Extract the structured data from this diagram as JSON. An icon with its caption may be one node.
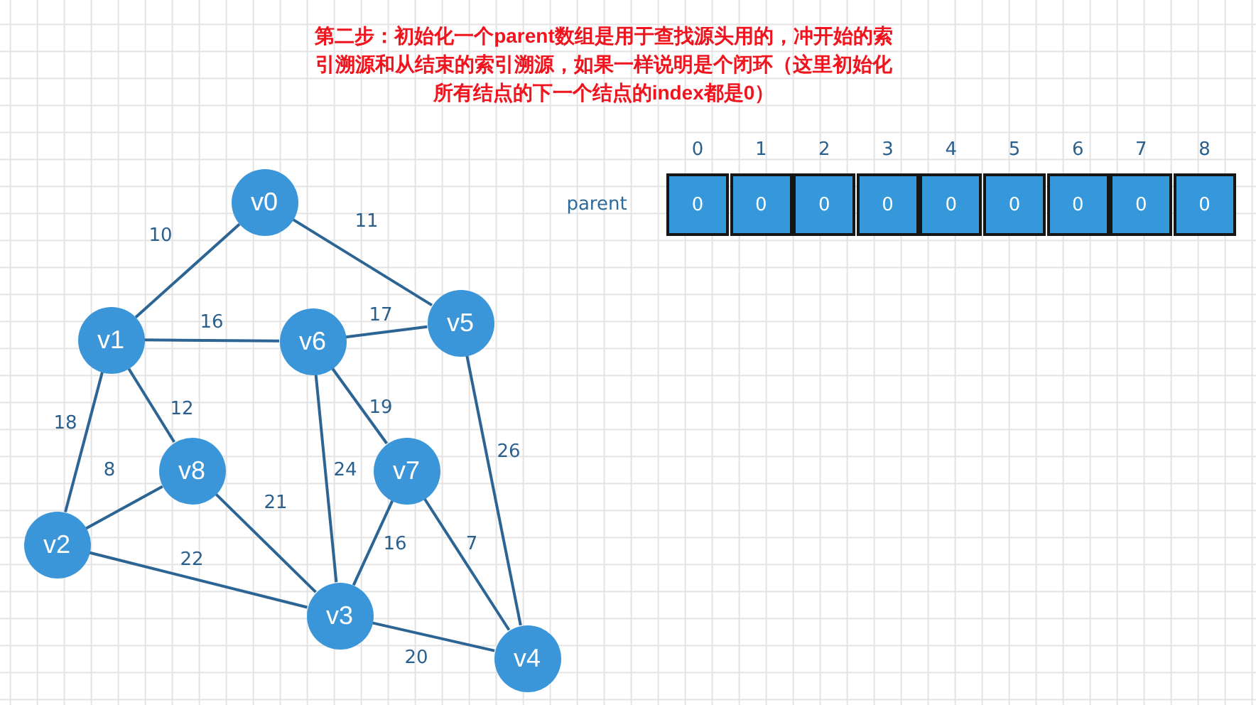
{
  "diagram": {
    "title": "第二步：初始化一个parent数组是用于查找源头用的，冲开始的索引溯源和从结束的索引溯源，如果一样说明是个闭环（这里初始化所有结点的下一个结点的index都是0）",
    "nodes": [
      {
        "text": [
          "v0"
        ]
      },
      {
        "text": [
          "v1"
        ]
      },
      {
        "text": [
          "v2"
        ]
      },
      {
        "text": [
          "v3"
        ]
      },
      {
        "text": [
          "v4"
        ]
      },
      {
        "text": [
          "v5"
        ]
      },
      {
        "text": [
          "v6"
        ]
      },
      {
        "text": [
          "v7"
        ]
      },
      {
        "text": [
          "v8"
        ]
      },
      {
        "text": [
          "0"
        ],
        "beside": [
          "0"
        ]
      },
      {
        "text": [
          "0"
        ],
        "beside": [
          "1"
        ]
      },
      {
        "text": [
          "0"
        ],
        "beside": [
          "2"
        ]
      },
      {
        "text": [
          "0"
        ],
        "beside": [
          "3"
        ]
      },
      {
        "text": [
          "0"
        ],
        "beside": [
          "4"
        ]
      },
      {
        "text": [
          "0"
        ],
        "beside": [
          "5"
        ]
      },
      {
        "text": [
          "0"
        ],
        "beside": [
          "6"
        ]
      },
      {
        "text": [
          "0"
        ],
        "beside": [
          "7"
        ]
      },
      {
        "text": [
          "0"
        ],
        "beside": [
          "8"
        ]
      }
    ],
    "edges": [
      {
        "from": 0,
        "to": 1,
        "arrow": "none",
        "label": "10"
      },
      {
        "from": 0,
        "to": 5,
        "arrow": "none",
        "label": "11"
      },
      {
        "from": 1,
        "to": 6,
        "arrow": "none",
        "label": "16"
      },
      {
        "from": 6,
        "to": 5,
        "arrow": "none",
        "label": "17"
      },
      {
        "from": 1,
        "to": 2,
        "arrow": "none",
        "label": "18"
      },
      {
        "from": 1,
        "to": 8,
        "arrow": "none",
        "label": "12"
      },
      {
        "from": 8,
        "to": 2,
        "arrow": "none",
        "label": "8"
      },
      {
        "from": 6,
        "to": 7,
        "arrow": "none",
        "label": "19"
      },
      {
        "from": 6,
        "to": 3,
        "arrow": "none",
        "label": "24"
      },
      {
        "from": 8,
        "to": 3,
        "arrow": "none",
        "label": "21"
      },
      {
        "from": 7,
        "to": 3,
        "arrow": "none",
        "label": "16"
      },
      {
        "from": 7,
        "to": 4,
        "arrow": "none",
        "label": "7"
      },
      {
        "from": 5,
        "to": 4,
        "arrow": "none",
        "label": "26"
      },
      {
        "from": 2,
        "to": 3,
        "arrow": "none",
        "label": "22"
      },
      {
        "from": 3,
        "to": 4,
        "arrow": "none",
        "label": "20"
      }
    ],
    "labels": [
      "parent"
    ]
  }
}
